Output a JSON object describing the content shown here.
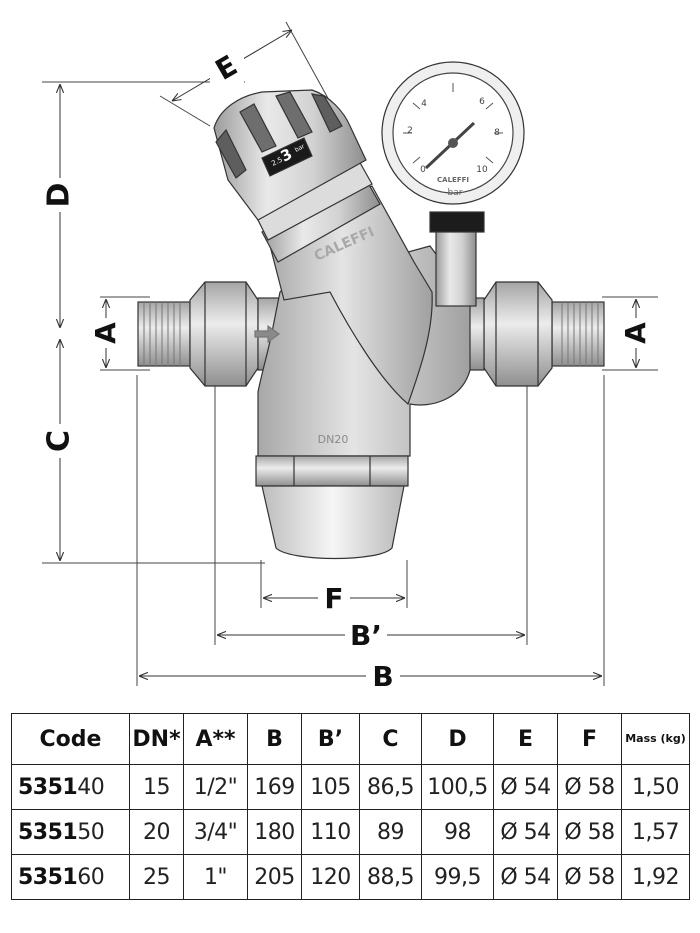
{
  "dimensions": {
    "A": "A",
    "B": "B",
    "B_prime": "B’",
    "C": "C",
    "D": "D",
    "E": "E",
    "F": "F"
  },
  "valve": {
    "brand": "CALEFFI",
    "size_label": "DN20",
    "knob_scale_low": "2.5",
    "knob_value": "3",
    "knob_unit": "bar"
  },
  "gauge": {
    "ticks": [
      "0",
      "2",
      "4",
      "6",
      "8",
      "10"
    ],
    "brand": "CALEFFI",
    "unit": "bar"
  },
  "table": {
    "headers": [
      "Code",
      "DN*",
      "A**",
      "B",
      "B’",
      "C",
      "D",
      "E",
      "F",
      "Mass (kg)"
    ],
    "rows": [
      {
        "code_bold": "5351",
        "code_rest": "40",
        "cells": [
          "15",
          "1/2\"",
          "169",
          "105",
          "86,5",
          "100,5",
          "Ø 54",
          "Ø 58",
          "1,50"
        ]
      },
      {
        "code_bold": "5351",
        "code_rest": "50",
        "cells": [
          "20",
          "3/4\"",
          "180",
          "110",
          "89",
          "98",
          "Ø 54",
          "Ø 58",
          "1,57"
        ]
      },
      {
        "code_bold": "5351",
        "code_rest": "60",
        "cells": [
          "25",
          "1\"",
          "205",
          "120",
          "88,5",
          "99,5",
          "Ø 54",
          "Ø 58",
          "1,92"
        ]
      }
    ]
  }
}
